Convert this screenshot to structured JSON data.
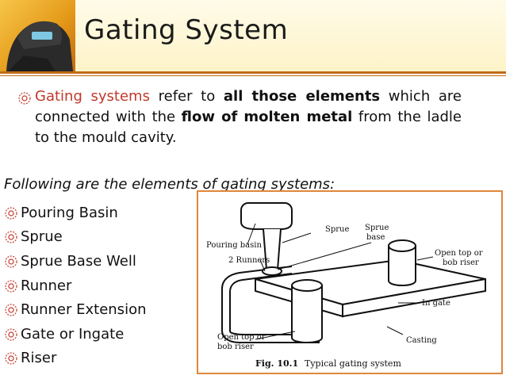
{
  "title": "Gating System",
  "definition": {
    "p1": "Gating systems",
    "p2": " refer to ",
    "p3": "all those elements",
    "p4": " which are connected with the ",
    "p5": "flow of molten metal",
    "p6": " from the ladle to the mould cavity."
  },
  "intro": "Following are the elements of gating systems:",
  "elements": [
    "Pouring Basin",
    "Sprue",
    "Sprue Base Well",
    "Runner",
    "Runner Extension",
    "Gate or Ingate",
    "Riser"
  ],
  "figure": {
    "labels": {
      "pouring_basin": "Pouring basin",
      "sprue": "Sprue",
      "sprue_base_1": "Sprue",
      "sprue_base_2": "base",
      "runners": "2 Runners",
      "open_riser_right_1": "Open top or",
      "open_riser_right_2": "bob riser",
      "in_gate": "In gate",
      "open_riser_left_1": "Open top or",
      "open_riser_left_2": "bob riser",
      "casting": "Casting"
    },
    "caption_num": "Fig. 10.1",
    "caption_text": "Typical gating system"
  },
  "colors": {
    "accent": "#c0392b",
    "rule": "#c06b16",
    "figure_border": "#e0873a"
  }
}
